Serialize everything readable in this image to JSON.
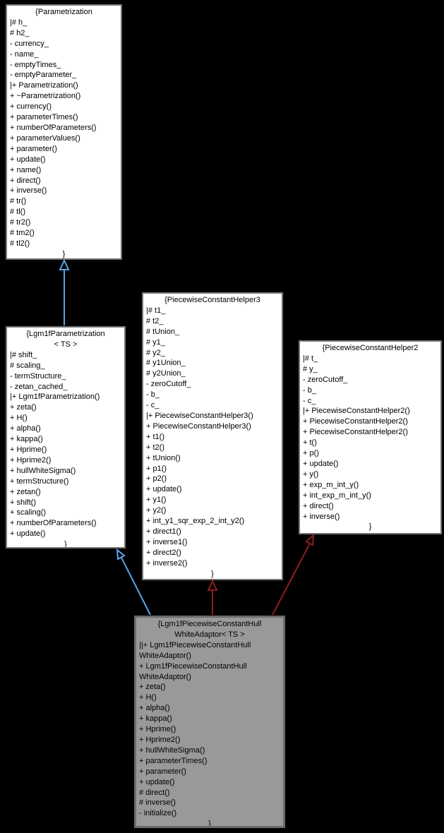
{
  "diagram": {
    "type": "uml-class-collaboration-diagram",
    "background_color": "#000000",
    "colors": {
      "inheritance_arrow": "#5ba1e8",
      "usage_arrow": "#8d1f1f",
      "box_fill": "#ffffff",
      "highlight_box_fill": "#999999",
      "box_border": "#757575",
      "text": "#000000"
    },
    "boxes": {
      "parametrization": {
        "title_lines": [
          "{Parametrization"
        ],
        "member_lines": [
          "|# h_",
          "# h2_",
          "- currency_",
          "- name_",
          "- emptyTimes_",
          "- emptyParameter_",
          "|+ Parametrization()",
          "+ ~Parametrization()",
          "+ currency()",
          "+ parameterTimes()",
          "+ numberOfParameters()",
          "+ parameterValues()",
          "+ parameter()",
          "+ update()",
          "+ name()",
          "+ direct()",
          "+ inverse()",
          "# tr()",
          "# tl()",
          "# tr2()",
          "# tm2()",
          "# tl2()"
        ],
        "closing": "}"
      },
      "lgm1f_parametrization": {
        "title_lines": [
          "{Lgm1fParametrization",
          "< TS >"
        ],
        "member_lines": [
          "|# shift_",
          "# scaling_",
          "- termStructure_",
          "- zetan_cached_",
          "|+ Lgm1fParametrization()",
          "+ zeta()",
          "+ H()",
          "+ alpha()",
          "+ kappa()",
          "+ Hprime()",
          "+ Hprime2()",
          "+ hullWhiteSigma()",
          "+ termStructure()",
          "+ zetan()",
          "+ shift()",
          "+ scaling()",
          "+ numberOfParameters()",
          "+ update()"
        ],
        "closing": "}"
      },
      "piecewise_constant_helper3": {
        "title_lines": [
          "{PiecewiseConstantHelper3"
        ],
        "member_lines": [
          "|# t1_",
          "# t2_",
          "# tUnion_",
          "# y1_",
          "# y2_",
          "# y1Union_",
          "# y2Union_",
          "- zeroCutoff_",
          "- b_",
          "- c_",
          "|+ PiecewiseConstantHelper3()",
          "+ PiecewiseConstantHelper3()",
          "+ t1()",
          "+ t2()",
          "+ tUnion()",
          "+ p1()",
          "+ p2()",
          "+ update()",
          "+ y1()",
          "+ y2()",
          "+ int_y1_sqr_exp_2_int_y2()",
          "+ direct1()",
          "+ inverse1()",
          "+ direct2()",
          "+ inverse2()"
        ],
        "closing": "}"
      },
      "piecewise_constant_helper2": {
        "title_lines": [
          "{PiecewiseConstantHelper2"
        ],
        "member_lines": [
          "|# t_",
          "# y_",
          "- zeroCutoff_",
          "- b_",
          "- c_",
          "|+ PiecewiseConstantHelper2()",
          "+ PiecewiseConstantHelper2()",
          "+ PiecewiseConstantHelper2()",
          "+ t()",
          "+ p()",
          "+ update()",
          "+ y()",
          "+ exp_m_int_y()",
          "+ int_exp_m_int_y()",
          "+ direct()",
          "+ inverse()"
        ],
        "closing": "}"
      },
      "lgm1f_piecewise_constant_hull_white_adaptor": {
        "title_lines": [
          "{Lgm1fPiecewiseConstantHull",
          "WhiteAdaptor< TS >"
        ],
        "member_lines": [
          "||+ Lgm1fPiecewiseConstantHull",
          "WhiteAdaptor()",
          "+ Lgm1fPiecewiseConstantHull",
          "WhiteAdaptor()",
          "+ zeta()",
          "+ H()",
          "+ alpha()",
          "+ kappa()",
          "+ Hprime()",
          "+ Hprime2()",
          "+ hullWhiteSigma()",
          "+ parameterTimes()",
          "+ parameter()",
          "+ update()",
          "# direct()",
          "# inverse()",
          "- initialize()"
        ],
        "closing": "}"
      }
    }
  }
}
